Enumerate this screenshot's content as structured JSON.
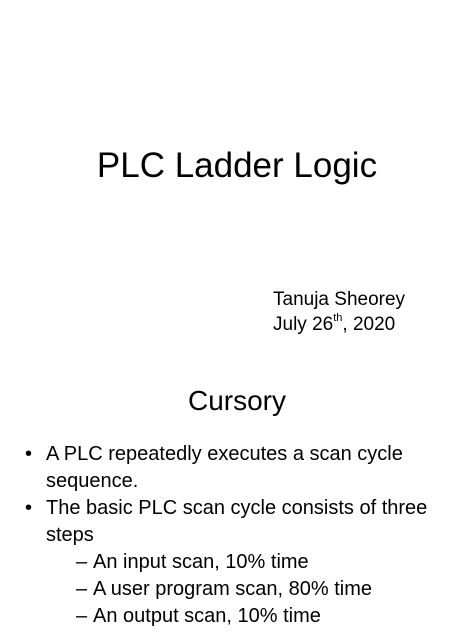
{
  "title": "PLC Ladder Logic",
  "author": {
    "name": "Tanuja Sheorey",
    "date_prefix": "July 26",
    "date_superscript": "th",
    "date_suffix": ", 2020"
  },
  "section": {
    "heading": "Cursory",
    "bullet_marker": "•",
    "sub_marker": "–",
    "bullets": [
      {
        "text": "A PLC repeatedly executes a scan cycle sequence."
      },
      {
        "text": "The basic PLC scan cycle consists of three steps",
        "items": [
          "An input scan, 10% time",
          "A user program scan, 80% time",
          "An output scan, 10% time"
        ]
      }
    ]
  }
}
